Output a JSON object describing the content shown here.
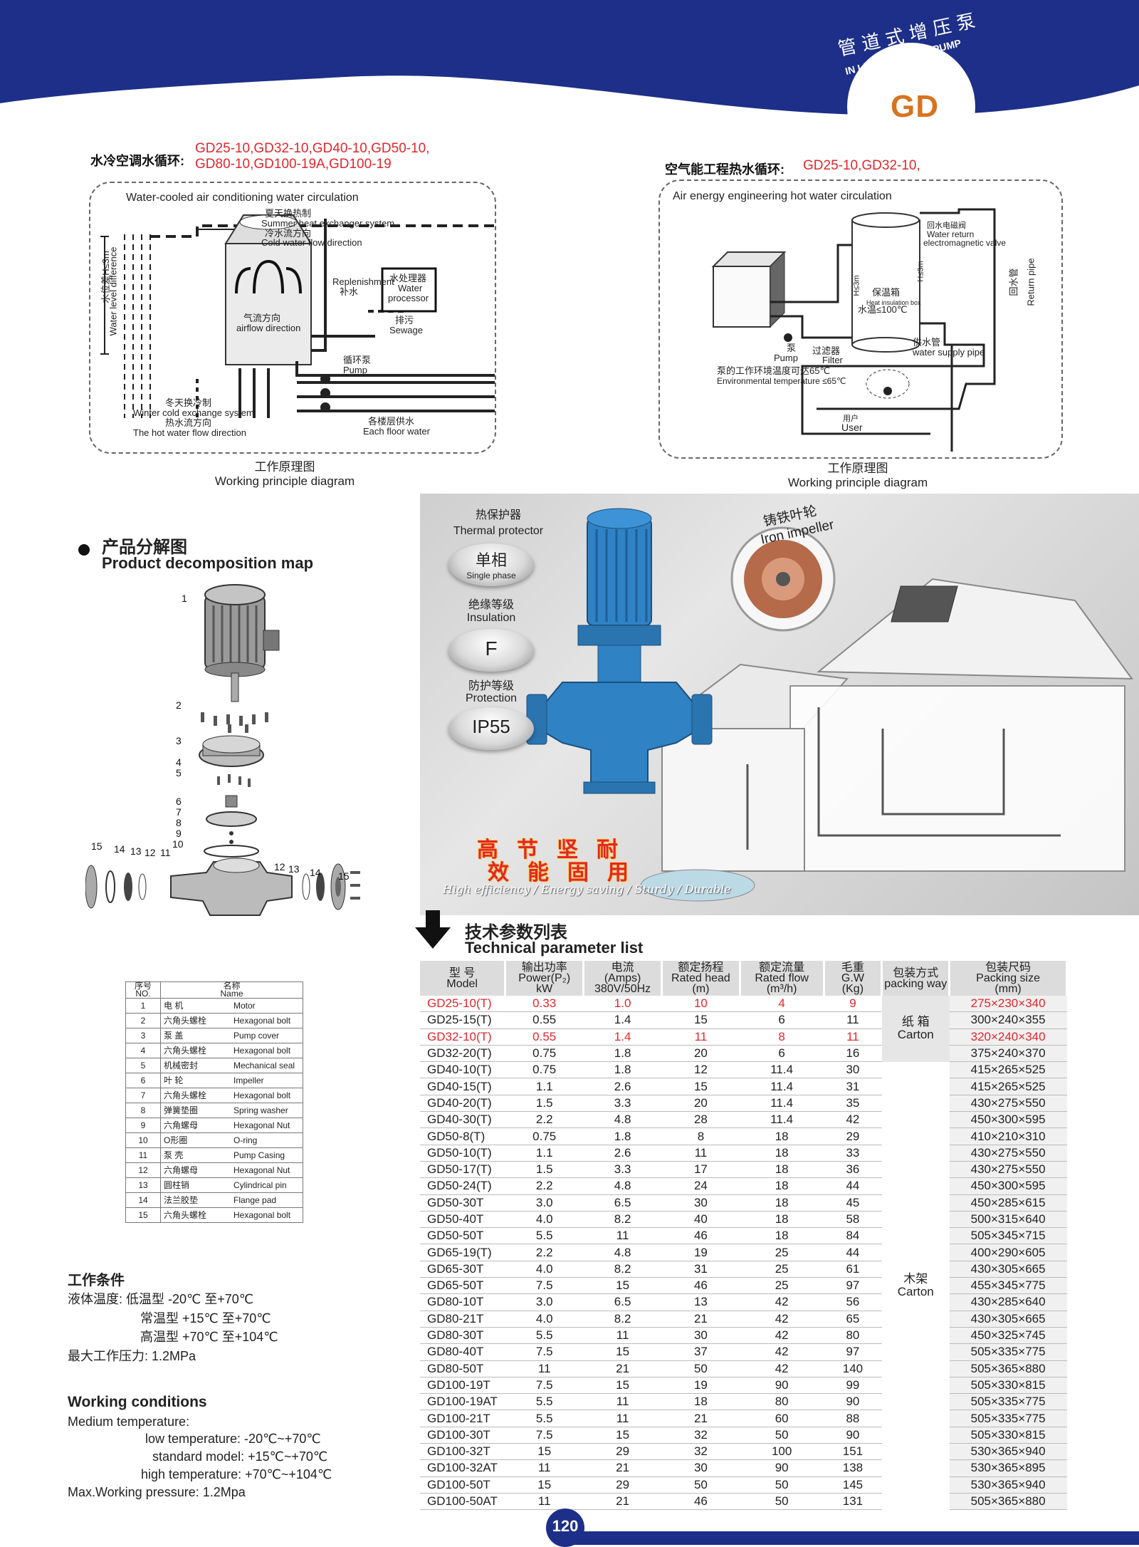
{
  "brand": {
    "title_cn": "管道式增压泵",
    "title_en": "IN LINE BOOSTER PUMP",
    "series": "GD"
  },
  "colors": {
    "navy": "#1d2f88",
    "red": "#e2262b",
    "orange": "#d8731f"
  },
  "left_diagram": {
    "label_cn": "水冷空调水循环:",
    "models_line1": "GD25-10,GD32-10,GD40-10,GD50-10,",
    "models_line2": "GD80-10,GD100-19A,GD100-19",
    "box_title": "Water-cooled air conditioning water circulation",
    "summer_cn": "夏天换热制",
    "summer_en": "Summer heat exchanger system",
    "cold_cn": "冷水流方向",
    "cold_en": "Cold water flow direction",
    "level_cn": "水位差H≤3m",
    "level_en": "Water level difference",
    "replenish_en": "Replenishment",
    "replenish_cn": "补水",
    "processor_cn": "水处理器",
    "processor_en1": "Water",
    "processor_en2": "processor",
    "airflow_cn": "气流方向",
    "airflow_en": "airflow direction",
    "sewage_cn": "排污",
    "sewage_en": "Sewage",
    "pump_cn": "循环泵",
    "pump_en": "Pump",
    "winter_cn": "冬天换冷制",
    "winter_en": "Winter cold exchange system",
    "hot_cn": "热水流方向",
    "hot_en": "The hot water flow direction",
    "floor_cn": "各楼层供水",
    "floor_en": "Each floor water",
    "caption_cn": "工作原理图",
    "caption_en": "Working principle diagram"
  },
  "right_diagram": {
    "label_cn": "空气能工程热水循环:",
    "models": "GD25-10,GD32-10,",
    "box_title": "Air energy engineering hot water circulation",
    "valve_cn": "回水电磁阀",
    "valve_en1": "Water return",
    "valve_en2": "electromagnetic valve",
    "return_cn": "回水管",
    "return_en": "Return pipe",
    "box_cn": "保温箱",
    "box_en": "Heat insulation box",
    "temp": "水温≤100℃",
    "h1": "H≤3m",
    "h2": "H≤3m",
    "supply_cn": "供水管",
    "supply_en": "water supply pipe",
    "pump_cn": "泵",
    "pump_en": "Pump",
    "filter_cn": "过滤器",
    "filter_en": "Filter",
    "env_cn": "泵的工作环境温度可达65℃",
    "env_en": "Environmental temperature ≤65℃",
    "user_cn": "用户",
    "user_en": "User",
    "caption_cn": "工作原理图",
    "caption_en": "Working principle diagram"
  },
  "decomposition": {
    "title_cn": "产品分解图",
    "title_en": "Product decomposition map",
    "callouts": [
      "1",
      "2",
      "3",
      "4",
      "5",
      "6",
      "7",
      "8",
      "9",
      "10",
      "15",
      "14",
      "13",
      "12",
      "11",
      "12",
      "13",
      "14",
      "15"
    ]
  },
  "parts_table": {
    "header_no_cn": "序号",
    "header_no_en": "NO.",
    "header_name_cn": "名称",
    "header_name_en": "Name",
    "rows": [
      {
        "no": "1",
        "cn": "电 机",
        "en": "Motor"
      },
      {
        "no": "2",
        "cn": "六角头螺栓",
        "en": "Hexagonal bolt"
      },
      {
        "no": "3",
        "cn": "泵 盖",
        "en": "Pump cover"
      },
      {
        "no": "4",
        "cn": "六角头螺栓",
        "en": "Hexagonal bolt"
      },
      {
        "no": "5",
        "cn": "机械密封",
        "en": "Mechanical seal"
      },
      {
        "no": "6",
        "cn": "叶 轮",
        "en": "Impeller"
      },
      {
        "no": "7",
        "cn": "六角头螺栓",
        "en": "Hexagonal bolt"
      },
      {
        "no": "8",
        "cn": "弹簧垫圈",
        "en": "Spring washer"
      },
      {
        "no": "9",
        "cn": "六角螺母",
        "en": "Hexagonal Nut"
      },
      {
        "no": "10",
        "cn": "O形圈",
        "en": "O-ring"
      },
      {
        "no": "11",
        "cn": "泵 壳",
        "en": "Pump Casing"
      },
      {
        "no": "12",
        "cn": "六角螺母",
        "en": "Hexagonal Nut"
      },
      {
        "no": "13",
        "cn": "圆柱销",
        "en": "Cylindrical pin"
      },
      {
        "no": "14",
        "cn": "法兰胶垫",
        "en": "Flange pad"
      },
      {
        "no": "15",
        "cn": "六角头螺栓",
        "en": "Hexagonal bolt"
      }
    ]
  },
  "conditions_cn": {
    "title": "工作条件",
    "line1": "液体温度:  低温型 -20℃ 至+70℃",
    "line2": "常温型 +15℃ 至+70℃",
    "line3": "高温型 +70℃ 至+104℃",
    "line4": "最大工作压力: 1.2MPa"
  },
  "conditions_en": {
    "title": "Working conditions",
    "line1": "Medium temperature:",
    "line2": "low temperature:   -20℃~+70℃",
    "line3": "standard model:  +15℃~+70℃",
    "line4": "high temperature:   +70℃~+104℃",
    "line5": "Max.Working pressure: 1.2Mpa"
  },
  "photo": {
    "thermal_cn": "热保护器",
    "thermal_en": "Thermal protector",
    "thermal_value_cn": "单相",
    "thermal_value_en": "Single phase",
    "insulation_cn": "绝缘等级",
    "insulation_en": "Insulation",
    "insulation_value": "F",
    "protection_cn": "防护等级",
    "protection_en": "Protection",
    "protection_value": "IP55",
    "impeller_cn": "铸铁叶轮",
    "impeller_en": "Iron impeller",
    "slogan_line1": "高节坚耐",
    "slogan_line2": "效能固用",
    "slogan_en": "High efficiency / Energy saving / Sturdy / Durable"
  },
  "tech": {
    "title_cn": "技术参数列表",
    "title_en": "Technical parameter list",
    "headers": [
      {
        "cn": "型 号",
        "en1": "Model",
        "en2": ""
      },
      {
        "cn": "输出功率",
        "en1": "Power(P₂)",
        "en2": "kW"
      },
      {
        "cn": "电流",
        "en1": "(Amps)",
        "en2": "380V/50Hz"
      },
      {
        "cn": "额定扬程",
        "en1": "Rated head",
        "en2": "(m)"
      },
      {
        "cn": "额定流量",
        "en1": "Rated flow",
        "en2": "(m³/h)"
      },
      {
        "cn": "毛重",
        "en1": "G.W",
        "en2": "(Kg)"
      },
      {
        "cn": "包装方式",
        "en1": "packing way",
        "en2": ""
      },
      {
        "cn": "包装尺码",
        "en1": "Packing size",
        "en2": "(mm)"
      }
    ],
    "pack_carton_cn": "纸 箱",
    "pack_carton_en": "Carton",
    "pack_wood_cn": "木架",
    "pack_wood_en": "Carton",
    "rows": [
      {
        "model": "GD25-10(T)",
        "p": "0.33",
        "a": "1.0",
        "h": "10",
        "q": "4",
        "w": "9",
        "size": "275×230×340",
        "red": true
      },
      {
        "model": "GD25-15(T)",
        "p": "0.55",
        "a": "1.4",
        "h": "15",
        "q": "6",
        "w": "11",
        "size": "300×240×355",
        "red": false
      },
      {
        "model": "GD32-10(T)",
        "p": "0.55",
        "a": "1.4",
        "h": "11",
        "q": "8",
        "w": "11",
        "size": "320×240×340",
        "red": true
      },
      {
        "model": "GD32-20(T)",
        "p": "0.75",
        "a": "1.8",
        "h": "20",
        "q": "6",
        "w": "16",
        "size": "375×240×370",
        "red": false
      },
      {
        "model": "GD40-10(T)",
        "p": "0.75",
        "a": "1.8",
        "h": "12",
        "q": "11.4",
        "w": "30",
        "size": "415×265×525",
        "red": false
      },
      {
        "model": "GD40-15(T)",
        "p": "1.1",
        "a": "2.6",
        "h": "15",
        "q": "11.4",
        "w": "31",
        "size": "415×265×525",
        "red": false
      },
      {
        "model": "GD40-20(T)",
        "p": "1.5",
        "a": "3.3",
        "h": "20",
        "q": "11.4",
        "w": "35",
        "size": "430×275×550",
        "red": false
      },
      {
        "model": "GD40-30(T)",
        "p": "2.2",
        "a": "4.8",
        "h": "28",
        "q": "11.4",
        "w": "42",
        "size": "450×300×595",
        "red": false
      },
      {
        "model": "GD50-8(T)",
        "p": "0.75",
        "a": "1.8",
        "h": "8",
        "q": "18",
        "w": "29",
        "size": "410×210×310",
        "red": false
      },
      {
        "model": "GD50-10(T)",
        "p": "1.1",
        "a": "2.6",
        "h": "11",
        "q": "18",
        "w": "33",
        "size": "430×275×550",
        "red": false
      },
      {
        "model": "GD50-17(T)",
        "p": "1.5",
        "a": "3.3",
        "h": "17",
        "q": "18",
        "w": "36",
        "size": "430×275×550",
        "red": false
      },
      {
        "model": "GD50-24(T)",
        "p": "2.2",
        "a": "4.8",
        "h": "24",
        "q": "18",
        "w": "44",
        "size": "450×300×595",
        "red": false
      },
      {
        "model": "GD50-30T",
        "p": "3.0",
        "a": "6.5",
        "h": "30",
        "q": "18",
        "w": "45",
        "size": "450×285×615",
        "red": false
      },
      {
        "model": "GD50-40T",
        "p": "4.0",
        "a": "8.2",
        "h": "40",
        "q": "18",
        "w": "58",
        "size": "500×315×640",
        "red": false
      },
      {
        "model": "GD50-50T",
        "p": "5.5",
        "a": "11",
        "h": "46",
        "q": "18",
        "w": "84",
        "size": "505×345×715",
        "red": false
      },
      {
        "model": "GD65-19(T)",
        "p": "2.2",
        "a": "4.8",
        "h": "19",
        "q": "25",
        "w": "44",
        "size": "400×290×605",
        "red": false
      },
      {
        "model": "GD65-30T",
        "p": "4.0",
        "a": "8.2",
        "h": "31",
        "q": "25",
        "w": "61",
        "size": "430×305×665",
        "red": false
      },
      {
        "model": "GD65-50T",
        "p": "7.5",
        "a": "15",
        "h": "46",
        "q": "25",
        "w": "97",
        "size": "455×345×775",
        "red": false
      },
      {
        "model": "GD80-10T",
        "p": "3.0",
        "a": "6.5",
        "h": "13",
        "q": "42",
        "w": "56",
        "size": "430×285×640",
        "red": false
      },
      {
        "model": "GD80-21T",
        "p": "4.0",
        "a": "8.2",
        "h": "21",
        "q": "42",
        "w": "65",
        "size": "430×305×665",
        "red": false
      },
      {
        "model": "GD80-30T",
        "p": "5.5",
        "a": "11",
        "h": "30",
        "q": "42",
        "w": "80",
        "size": "450×325×745",
        "red": false
      },
      {
        "model": "GD80-40T",
        "p": "7.5",
        "a": "15",
        "h": "37",
        "q": "42",
        "w": "97",
        "size": "505×335×775",
        "red": false
      },
      {
        "model": "GD80-50T",
        "p": "11",
        "a": "21",
        "h": "50",
        "q": "42",
        "w": "140",
        "size": "505×365×880",
        "red": false
      },
      {
        "model": "GD100-19T",
        "p": "7.5",
        "a": "15",
        "h": "19",
        "q": "90",
        "w": "99",
        "size": "505×330×815",
        "red": false
      },
      {
        "model": "GD100-19AT",
        "p": "5.5",
        "a": "11",
        "h": "18",
        "q": "80",
        "w": "90",
        "size": "505×335×775",
        "red": false
      },
      {
        "model": "GD100-21T",
        "p": "5.5",
        "a": "11",
        "h": "21",
        "q": "60",
        "w": "88",
        "size": "505×335×775",
        "red": false
      },
      {
        "model": "GD100-30T",
        "p": "7.5",
        "a": "15",
        "h": "32",
        "q": "50",
        "w": "90",
        "size": "505×330×815",
        "red": false
      },
      {
        "model": "GD100-32T",
        "p": "15",
        "a": "29",
        "h": "32",
        "q": "100",
        "w": "151",
        "size": "530×365×940",
        "red": false
      },
      {
        "model": "GD100-32AT",
        "p": "11",
        "a": "21",
        "h": "30",
        "q": "90",
        "w": "138",
        "size": "530×365×895",
        "red": false
      },
      {
        "model": "GD100-50T",
        "p": "15",
        "a": "29",
        "h": "50",
        "q": "50",
        "w": "145",
        "size": "530×365×940",
        "red": false
      },
      {
        "model": "GD100-50AT",
        "p": "11",
        "a": "21",
        "h": "46",
        "q": "50",
        "w": "131",
        "size": "505×365×880",
        "red": false
      }
    ]
  },
  "page_number": "120"
}
